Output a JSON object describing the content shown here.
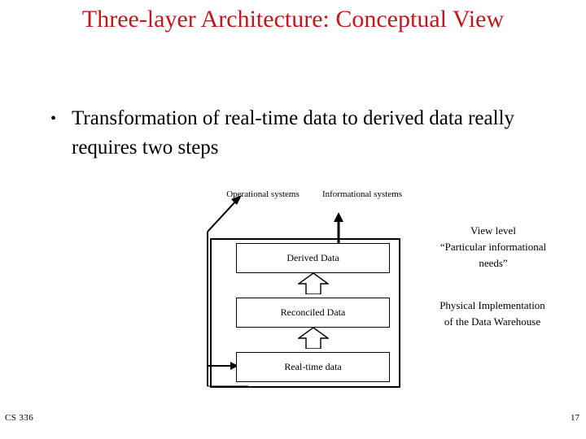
{
  "slide": {
    "title": "Three-layer Architecture: Conceptual View",
    "title_color": "#c4161c",
    "background_color": "#ffffff",
    "text_color": "#000000"
  },
  "bullets": [
    {
      "marker": "•",
      "text": "Transformation of real-time data to derived data really requires two steps"
    }
  ],
  "diagram": {
    "top_labels": {
      "left": "Operational systems",
      "right": "Informational systems"
    },
    "layers": [
      {
        "label": "Derived Data"
      },
      {
        "label": "Reconciled Data"
      },
      {
        "label": "Real-time data"
      }
    ],
    "arrows": [
      {
        "name": "reconciled-to-derived",
        "style": "hollow-block-up"
      },
      {
        "name": "realtime-to-reconciled",
        "style": "hollow-block-up"
      },
      {
        "name": "derived-to-informational",
        "style": "thin-line-up"
      },
      {
        "name": "operational-to-realtime",
        "style": "thin-line-path"
      }
    ]
  },
  "captions": {
    "view_level": "View level\n“Particular informational needs”",
    "view_level_line1": "View level",
    "view_level_line2": "“Particular informational",
    "view_level_line3": "needs”",
    "physical_line1": "Physical Implementation",
    "physical_line2": "of the Data Warehouse"
  },
  "footer": {
    "course": "CS 336",
    "page_number": "17"
  }
}
